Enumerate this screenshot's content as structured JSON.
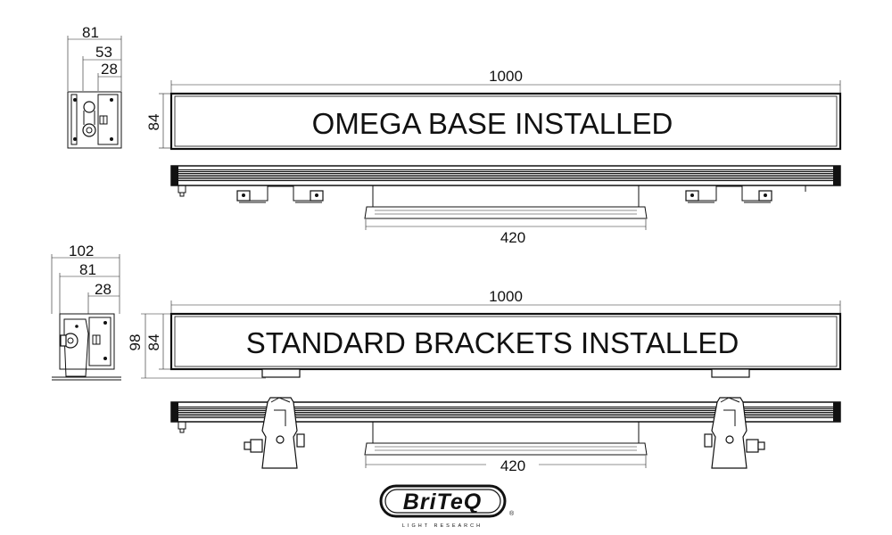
{
  "drawing_1": {
    "label": "OMEGA BASE INSTALLED",
    "side_width": "81",
    "side_mid": "53",
    "side_inner": "28",
    "height": "84",
    "length": "1000",
    "base_span": "420"
  },
  "drawing_2": {
    "label": "STANDARD BRACKETS INSTALLED",
    "side_width": "102",
    "side_mid": "81",
    "side_inner": "28",
    "height_total": "98",
    "height": "84",
    "length": "1000",
    "base_span": "420"
  },
  "logo": {
    "name": "BriTeQ",
    "tagline": "LIGHT RESEARCH",
    "registered": "®"
  },
  "icons": [
    "omega-base-icon",
    "bracket-icon",
    "mounting-clamp-icon",
    "briteq-logo-icon"
  ]
}
